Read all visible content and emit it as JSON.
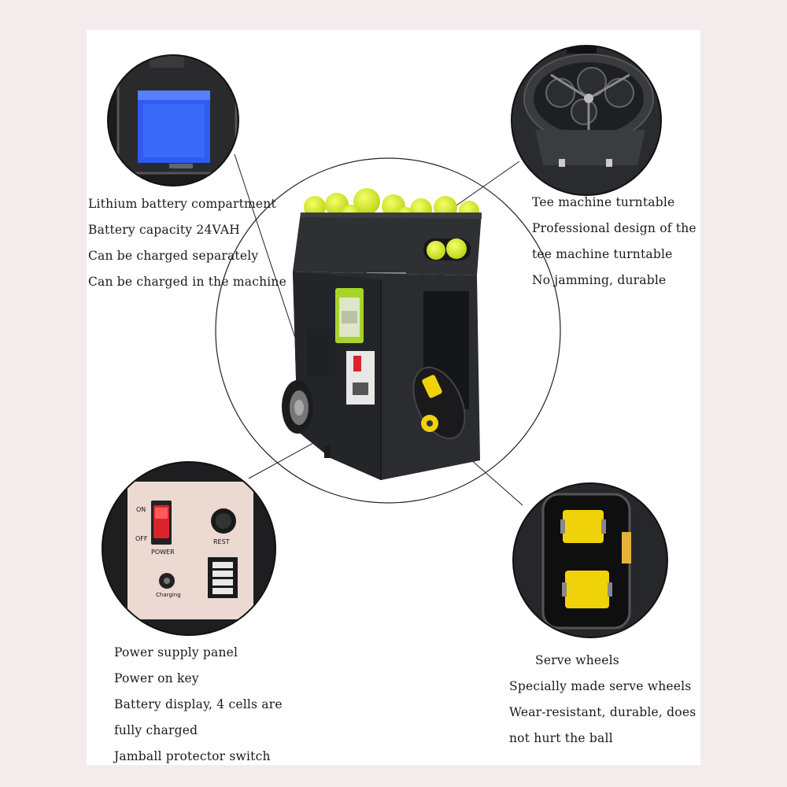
{
  "annotations": {
    "battery": {
      "lines": [
        "Lithium battery compartment",
        "Battery capacity 24VAH",
        "Can be charged separately",
        "Can be charged in the machine"
      ],
      "icon": "battery-compartment-photo"
    },
    "turntable": {
      "lines": [
        "Tee machine turntable",
        "Professional design of the",
        "tee machine turntable",
        "No jamming, durable"
      ],
      "icon": "turntable-photo"
    },
    "power": {
      "lines": [
        "Power supply panel",
        "Power on key",
        "Battery display, 4 cells are",
        "fully charged",
        "Jamball protector switch"
      ],
      "icon": "power-panel-photo"
    },
    "wheels": {
      "lines": [
        "Serve wheels",
        "Specially made serve wheels",
        "Wear-resistant, durable, does",
        "not hurt the ball"
      ],
      "icon": "serve-wheels-photo"
    }
  },
  "panel_labels": {
    "on": "ON",
    "off": "OFF",
    "power": "POWER",
    "rest": "REST",
    "charging": "Charging"
  },
  "battery_cells": 4,
  "colors": {
    "ball": "#d8ec1a",
    "machine": "#2a2b2e",
    "accent_green": "#a8d42a",
    "switch_red": "#d8242a",
    "battery_blue": "#2e5cf0",
    "roller_yellow": "#f0d20a"
  }
}
